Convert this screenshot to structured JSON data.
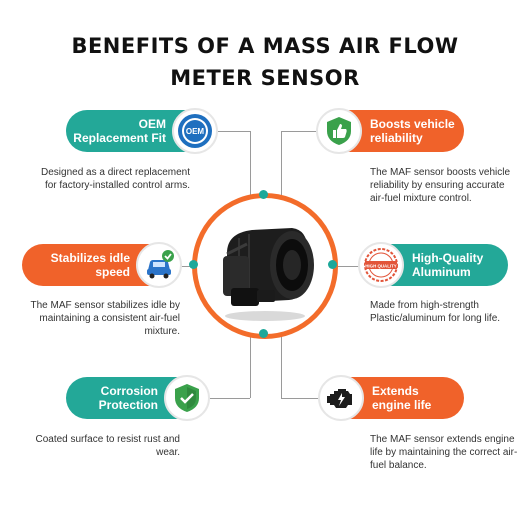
{
  "title": {
    "line1": "BENEFITS OF A MASS AIR FLOW",
    "line2": "METER SENSOR"
  },
  "colors": {
    "teal": "#23a898",
    "orange": "#f0622a"
  },
  "benefits": [
    {
      "title_line1": "OEM",
      "title_line2": "Replacement Fit",
      "icon": "oem-seal-icon",
      "icon_text": "OEM",
      "description": "Designed as a direct replacement for factory-installed control arms."
    },
    {
      "title_line1": "Boosts vehicle",
      "title_line2": "reliability",
      "icon": "thumbs-up-shield-icon",
      "description": "The MAF sensor boosts vehicle reliability by ensuring accurate air-fuel mixture control."
    },
    {
      "title_line1": "Stabilizes idle",
      "title_line2": "speed",
      "icon": "car-check-icon",
      "description": "The MAF sensor stabilizes idle by maintaining a consistent air-fuel mixture."
    },
    {
      "title_line1": "High-Quality",
      "title_line2": "Aluminum",
      "icon": "high-quality-stamp-icon",
      "icon_text": "HIGH QUALITY",
      "description": "Made from high-strength Plastic/aluminum for long life."
    },
    {
      "title_line1": "Corrosion",
      "title_line2": "Protection",
      "icon": "shield-check-icon",
      "description": "Coated surface to resist rust and wear."
    },
    {
      "title_line1": "Extends",
      "title_line2": "engine life",
      "icon": "engine-icon",
      "description": "The MAF sensor extends engine life by maintaining the correct air-fuel balance."
    }
  ]
}
